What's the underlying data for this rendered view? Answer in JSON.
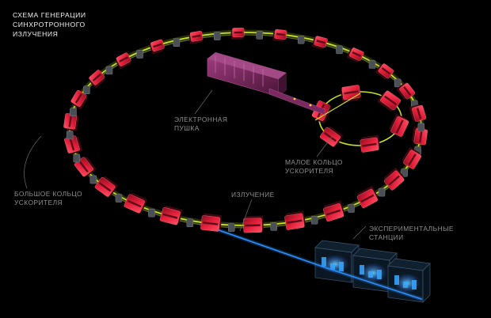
{
  "title_lines": [
    "СХЕМА ГЕНЕРАЦИИ",
    "СИНХРОТРОННОГО",
    "ИЗЛУЧЕНИЯ"
  ],
  "labels": {
    "electron_gun": [
      "ЭЛЕКТРОННАЯ",
      "ПУШКА"
    ],
    "small_ring": [
      "МАЛОЕ КОЛЬЦО",
      "УСКОРИТЕЛЯ"
    ],
    "big_ring": [
      "БОЛЬШОЕ КОЛЬЦО",
      "УСКОРИТЕЛЯ"
    ],
    "radiation": [
      "ИЗЛУЧЕНИЕ"
    ],
    "experimental_stations": [
      "ЭКСПЕРИМЕНТАЛЬНЫЕ",
      "СТАНЦИИ"
    ]
  },
  "colors": {
    "background": "#000000",
    "magnet": "#e8203c",
    "beam_pipe": "#c8e024",
    "gun": "#7a2a5e",
    "radiation_beam": "#2a8fff",
    "station_glow": "#39a8ff",
    "leader_line": "#6a6a6a"
  },
  "icons": {
    "magnet": "dipole-magnet-icon",
    "gun": "electron-gun-icon",
    "station": "experimental-station-icon"
  }
}
